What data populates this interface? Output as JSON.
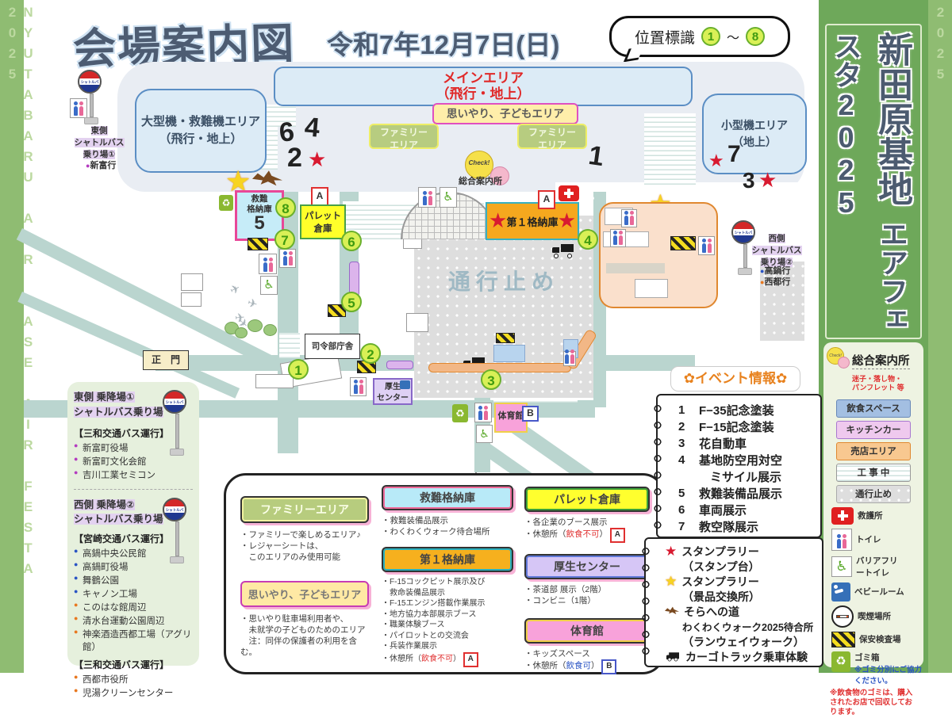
{
  "header": {
    "title": "会場案内図",
    "date": "令和7年12月7日(日)",
    "bubble_label": "位置標識",
    "bubble_from": "1",
    "bubble_tilde": "～",
    "bubble_to": "8"
  },
  "banner": {
    "edge_text": "NYUTABARU AIR BASE AIR FESTA 2025",
    "title_col1": "新田原基地",
    "title_col2": "エアフェスタ2025"
  },
  "right_legend": {
    "check": "Check!",
    "info_title": "総合案内所",
    "info_note1": "迷子・落し物・",
    "info_note2": "パンフレット 等",
    "boxes": [
      "飲食スペース",
      "キッチンカー",
      "売店エリア",
      "工 事 中",
      "通行止め"
    ],
    "box_colors": [
      "#a3bfe2",
      "#efc9ee",
      "#f8c890",
      "#ffffff",
      "#d8d8d8"
    ],
    "icons": [
      "救護所",
      "トイレ",
      "バリアフリートイレ",
      "ベビールーム",
      "喫煙場所",
      "保安検査場",
      "ゴミ箱"
    ],
    "trash_note": "※ゴミ分別にご協力ください。",
    "food_note": "※飲食物のゴミは、購入されたお店で回収しております。"
  },
  "map": {
    "main_area1": "メインエリア",
    "main_area2": "（飛行・地上）",
    "large_area1": "大型機・救難機エリア",
    "large_area2": "（飛行・地上）",
    "small_area1": "小型機エリア",
    "small_area2": "（地上）",
    "omoiyari": "思いやり、子どもエリア",
    "family1": "ファミリー",
    "family2": "エリア",
    "n6": "6",
    "n4": "4",
    "n2": "2",
    "n1": "1",
    "n7": "7",
    "n3": "3",
    "star": "★",
    "check": "Check!",
    "info_office": "総合案内所",
    "rescue1": "救難",
    "rescue2": "格納庫",
    "rescue_num": "5",
    "pallet1": "パレット",
    "pallet2": "倉庫",
    "hangar1": "第１格納庫",
    "closed": "通行止め",
    "hq": "司令部庁舎",
    "gate": "正　門",
    "welfare1": "厚生",
    "welfare2": "センター",
    "gym": "体育館",
    "marker_a": "A",
    "marker_b": "B",
    "pos": [
      "1",
      "2",
      "3",
      "4",
      "5",
      "6",
      "7",
      "8"
    ],
    "bus_sign": "シャトルバス",
    "bus_east": {
      "l1": "東側",
      "l2": "シャトルバス",
      "l3": "乗り場①",
      "dest": "新富行"
    },
    "bus_west": {
      "l1": "西側",
      "l2": "シャトルバス",
      "l3": "乗り場②",
      "dest1": "高鍋行",
      "dest2": "西都行"
    }
  },
  "left_panel": {
    "east_title1": "東側 乗降場①",
    "east_title2": "シャトルバス乗り場",
    "east_operator": "【三和交通バス運行】",
    "east_stops": [
      "新富町役場",
      "新富町文化会館",
      "吉川工業セミコン"
    ],
    "west_title1": "西側 乗降場②",
    "west_title2": "シャトルバス乗り場",
    "west_operator1": "【宮崎交通バス運行】",
    "west_stops1": [
      "高鍋中央公民館",
      "高鍋町役場",
      "舞鶴公園",
      "キャノン工場",
      "このはな館周辺",
      "清水台運動公園周辺",
      "神楽酒造西都工場（アグリ館）"
    ],
    "west_operator2": "【三和交通バス運行】",
    "west_stops2": [
      "西都市役所",
      "児湯クリーンセンター"
    ]
  },
  "event_info": {
    "title": "✿イベント情報✿",
    "rows": [
      {
        "num": "1",
        "text": "F−35記念塗装"
      },
      {
        "num": "2",
        "text": "F−15記念塗装"
      },
      {
        "num": "3",
        "text": "花自動車"
      },
      {
        "num": "4",
        "text": "基地防空用対空"
      },
      {
        "num": "",
        "text": "ミサイル展示"
      },
      {
        "num": "5",
        "text": "救難装備品展示"
      },
      {
        "num": "6",
        "text": "車両展示"
      },
      {
        "num": "7",
        "text": "教空隊展示"
      }
    ]
  },
  "stamp_legend": {
    "r1": "スタンプラリー",
    "r2": "（スタンプ台）",
    "r3": "スタンプラリー",
    "r4": "（景品交換所）",
    "r5": "そらへの道",
    "r6": "わくわくウォーク2025待合所",
    "r7": "（ランウェイウォーク）",
    "r8": "カーゴトラック乗車体験"
  },
  "area_guide": {
    "family": {
      "title": "ファミリーエリア",
      "l1": "・ファミリーで楽しめるエリア♪",
      "l2": "・レジャーシートは、",
      "l3": "　このエリアのみ使用可能"
    },
    "omoiyari": {
      "title": "思いやり、子どもエリア",
      "l1": "・思いやり駐車場利用者や、",
      "l2": "　未就学の子どものためのエリア",
      "l3": "　注：同伴の保護者の利用を含む。"
    },
    "rescue": {
      "title": "救難格納庫",
      "l1": "・救難装備品展示",
      "l2": "・わくわくウォーク待合場所"
    },
    "hangar": {
      "title": "第１格納庫",
      "l1": "・F-15コックピット展示及び",
      "l2": "　救命装備品展示",
      "l3": "・F-15エンジン搭載作業展示",
      "l4": "・地方協力本部展示ブース",
      "l5": "・職業体験ブース",
      "l6": "・パイロットとの交流会",
      "l7": "・兵装作業展示",
      "rest_pre": "・休憩所（",
      "rest_no": "飲食不可",
      "rest_post": "）"
    },
    "pallet": {
      "title": "パレット倉庫",
      "l1": "・各企業のブース展示",
      "rest_pre": "・休憩所（",
      "rest_no": "飲食不可",
      "rest_post": "）"
    },
    "welfare": {
      "title": "厚生センター",
      "l1": "・茶道部 展示（2階）",
      "l2": "・コンビニ（1階）"
    },
    "gym": {
      "title": "体育館",
      "l1": "・キッズスペース",
      "rest_pre": "・休憩所（",
      "rest_ok": "飲食可",
      "rest_post": "）"
    }
  }
}
